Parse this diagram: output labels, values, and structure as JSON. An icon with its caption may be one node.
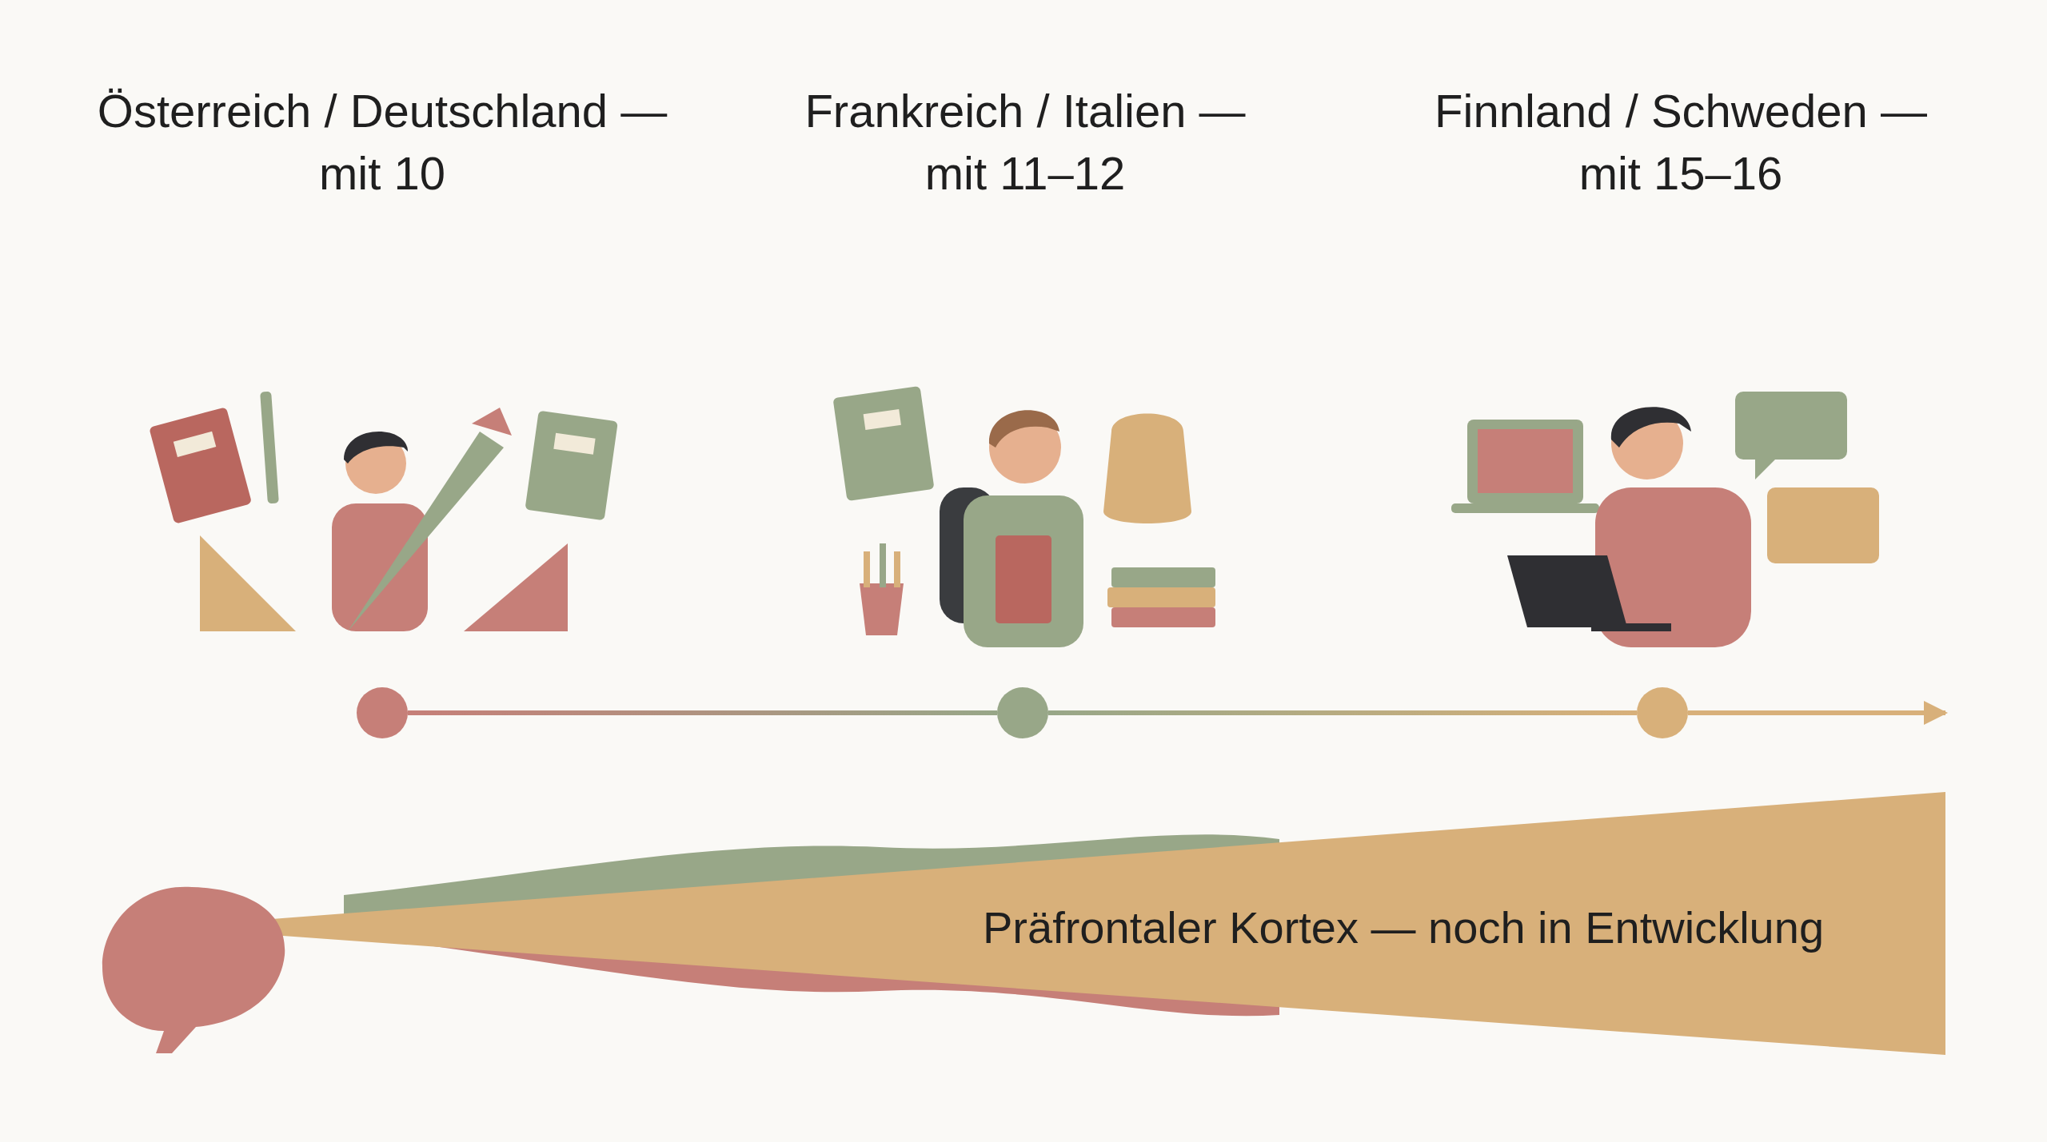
{
  "diagram": {
    "nodes": [
      {
        "text": [],
        "shape": "circle"
      },
      {
        "text": [],
        "shape": "circle"
      },
      {
        "text": [],
        "shape": "circle"
      }
    ],
    "edges": [
      {
        "from": 0,
        "to": 1,
        "arrow": "none"
      },
      {
        "from": 1,
        "to": 2,
        "arrow": "none"
      },
      {
        "from": 2,
        "to": null,
        "arrow": "to"
      }
    ],
    "labels": [
      "Österreich / Deutschland — mit 10",
      "Frankreich / Italien — mit 11–12",
      "Finnland / Schweden — mit 15–16",
      "Präfrontaler Kortex — noch in Entwicklung"
    ]
  }
}
